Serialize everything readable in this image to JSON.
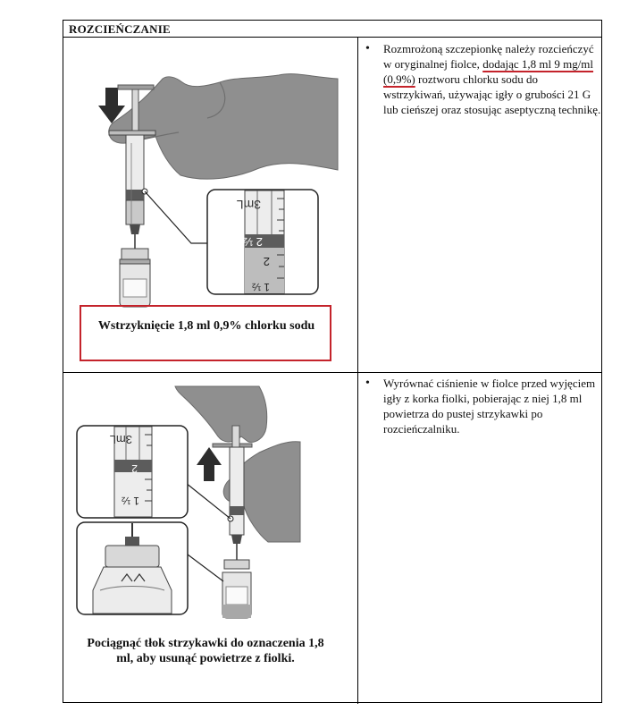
{
  "table": {
    "header": "ROZCIEŃCZANIE",
    "step1": {
      "bullet_part1": "Rozmrożoną szczepionkę należy rozcieńczyć w oryginalnej fiolce, ",
      "bullet_underlined": "dodając 1,8 ml 9 mg/ml (0,9%)",
      "bullet_part2": " roztworu chlorku sodu do wstrzykiwań, używając igły o grubości 21 G lub cieńszej oraz stosując aseptyczną technikę.",
      "caption": "Wstrzyknięcie 1,8 ml 0,9% chlorku sodu",
      "syringe_labels": {
        "ml3": "3mL",
        "mark_2half": "2 ½",
        "mark_2": "2",
        "mark_1half": "1 ½"
      }
    },
    "step2": {
      "bullet": "Wyrównać ciśnienie w fiolce przed wyjęciem igły z korka fiolki, pobierając z niej 1,8 ml powietrza do pustej strzykawki po rozcieńczalniku.",
      "caption": "Pociągnąć tłok strzykawki do oznaczenia 1,8 ml, aby usunąć powietrze z fiolki.",
      "syringe_labels": {
        "ml3": "3mL",
        "mark_2": "2",
        "mark_1half": "1 ½"
      }
    }
  }
}
